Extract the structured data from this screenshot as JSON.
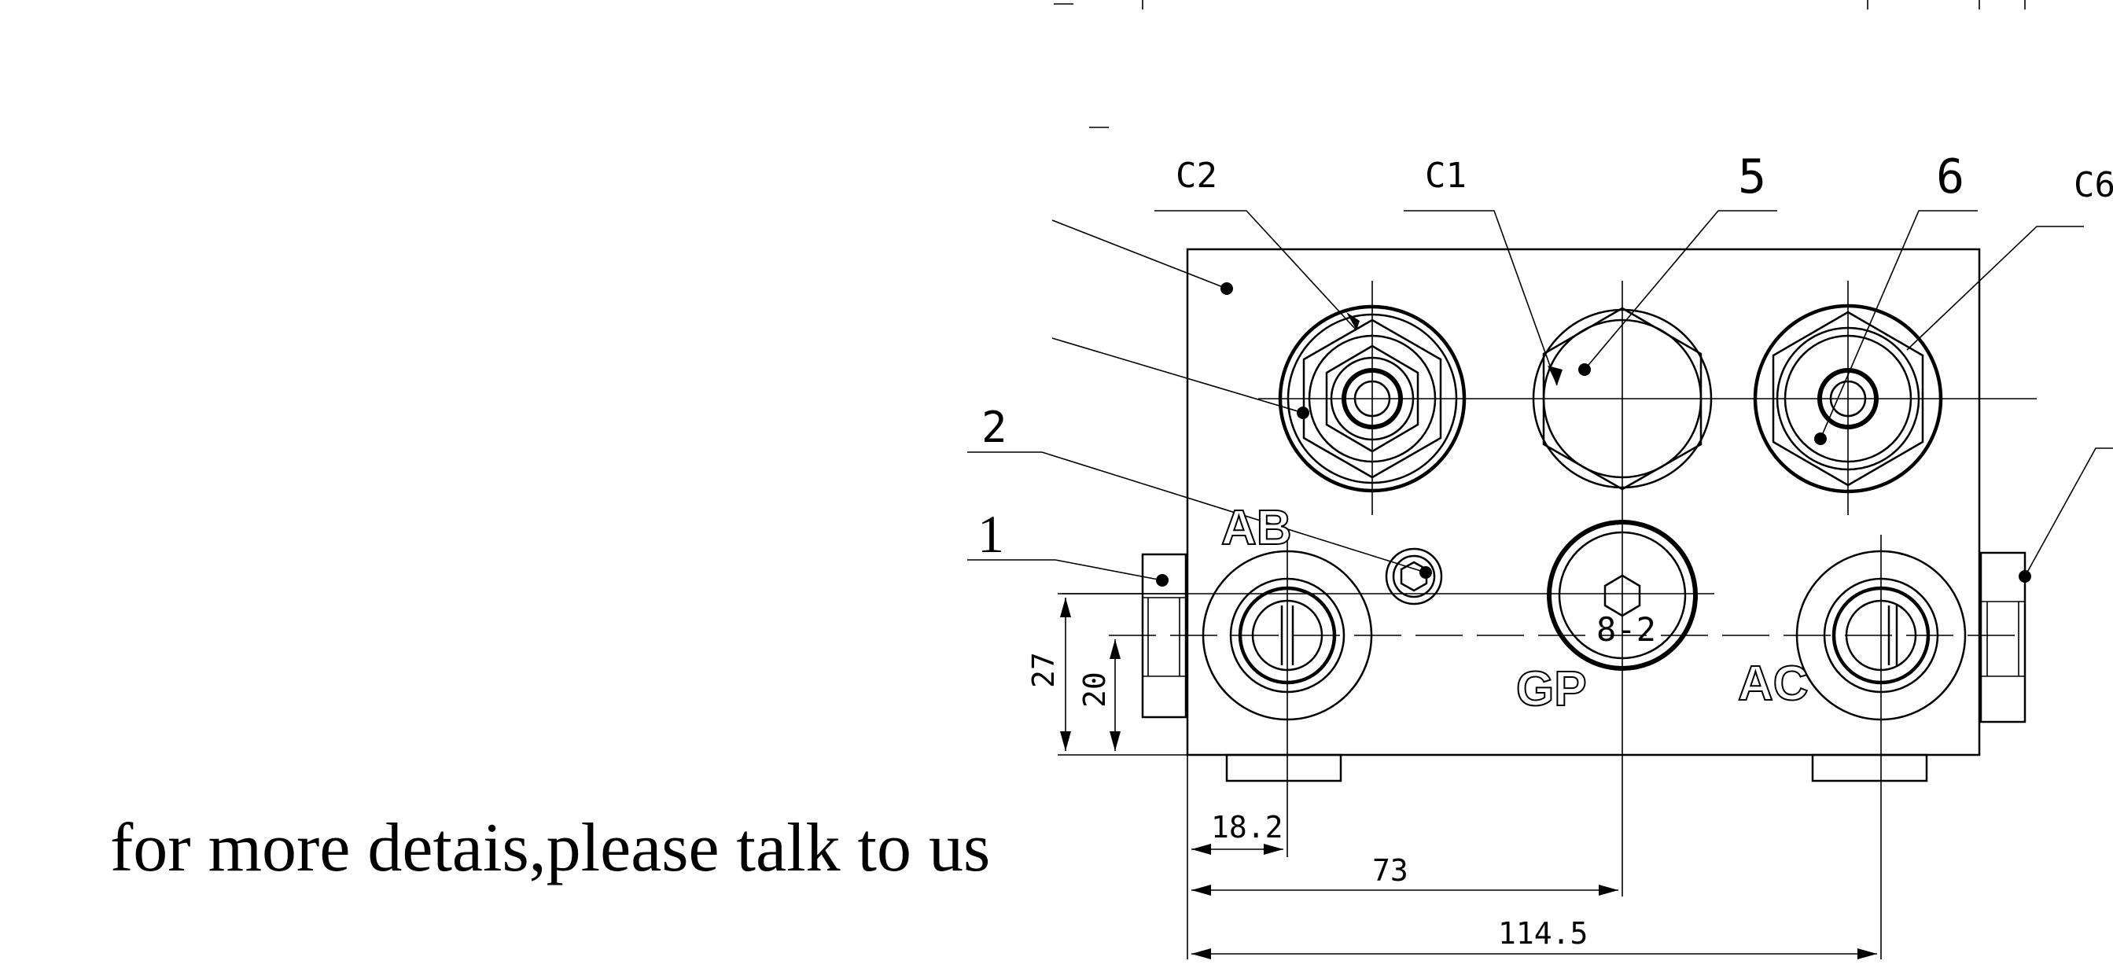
{
  "labels": {
    "c2": "C2",
    "c1": "C1",
    "five": "5",
    "six": "6",
    "c6": "C6",
    "two": "2",
    "one": "1",
    "ab": "AB",
    "gp": "GP",
    "ac": "AC",
    "center_mark": "8-2"
  },
  "dimensions": {
    "d27": "27",
    "d20": "20",
    "d18_2": "18.2",
    "d73": "73",
    "d114_5": "114.5"
  },
  "note": "for more detais,please talk to us",
  "colors": {
    "ink": "#000000",
    "paper": "#ffffff"
  }
}
